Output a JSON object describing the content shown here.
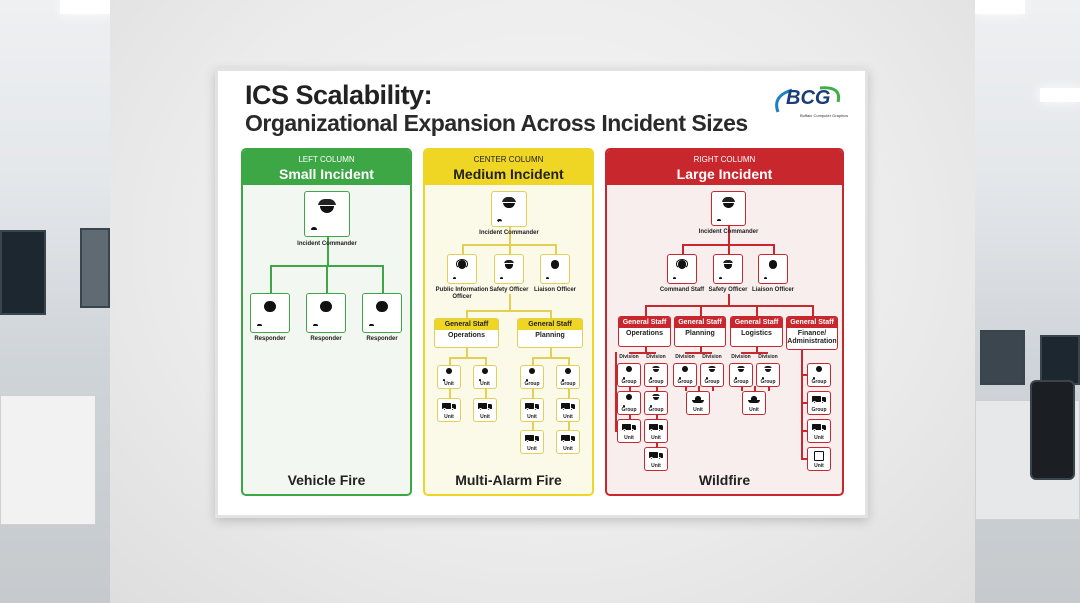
{
  "poster": {
    "title": "ICS Scalability:",
    "subtitle": "Organizational Expansion Across Incident Sizes",
    "logo": {
      "text": "BCG",
      "tagline": "Buffalo Computer Graphics"
    }
  },
  "colors": {
    "small": "#3da745",
    "medium": "#f0d624",
    "medium_line": "#e2cf55",
    "large": "#c9272e"
  },
  "small": {
    "kicker": "LEFT COLUMN",
    "title": "Small Incident",
    "footer": "Vehicle Fire",
    "commander": {
      "badge": "IC",
      "label": "Incident Commander",
      "icon": "helmet-person"
    },
    "responders": [
      {
        "label": "Responder",
        "icon": "person"
      },
      {
        "label": "Responder",
        "icon": "person"
      },
      {
        "label": "Responder",
        "icon": "person"
      }
    ]
  },
  "medium": {
    "kicker": "CENTER COLUMN",
    "title": "Medium Incident",
    "footer": "Multi-Alarm Fire",
    "commander": {
      "badge": "IC",
      "label": "Incident Commander",
      "icon": "helmet-person"
    },
    "command_staff": [
      {
        "label": "Public Information Officer",
        "icon": "headset-person"
      },
      {
        "label": "Safety Officer",
        "icon": "helmet-person"
      },
      {
        "label": "Liaison Officer",
        "icon": "person"
      }
    ],
    "general_staff": [
      {
        "header": "General Staff",
        "section": "Operations",
        "units": [
          {
            "label": "Unit",
            "icon": "person"
          },
          {
            "label": "Unit",
            "icon": "person"
          },
          {
            "label": "Unit",
            "icon": "truck"
          },
          {
            "label": "Unit",
            "icon": "truck"
          }
        ]
      },
      {
        "header": "General Staff",
        "section": "Planning",
        "units": [
          {
            "label": "Group",
            "icon": "person"
          },
          {
            "label": "Group",
            "icon": "person"
          },
          {
            "label": "Unit",
            "icon": "truck"
          },
          {
            "label": "Unit",
            "icon": "truck"
          },
          {
            "label": "Unit",
            "icon": "truck"
          },
          {
            "label": "Unit",
            "icon": "truck"
          }
        ]
      }
    ]
  },
  "large": {
    "kicker": "RIGHT COLUMN",
    "title": "Large Incident",
    "footer": "Wildfire",
    "commander": {
      "badge": "IC",
      "label": "Incident Commander",
      "icon": "helmet-person"
    },
    "command_staff": [
      {
        "label": "Command Staff",
        "icon": "headset-person"
      },
      {
        "label": "Safety Officer",
        "icon": "helmet-person"
      },
      {
        "label": "Liaison Officer",
        "icon": "person"
      }
    ],
    "general_staff": [
      {
        "header": "General Staff",
        "section": "Operations",
        "divisions": [
          "Division",
          "Division"
        ],
        "units": [
          {
            "label": "Group",
            "icon": "person"
          },
          {
            "label": "Group",
            "icon": "person"
          },
          {
            "label": "Unit",
            "icon": "truck"
          },
          {
            "label": "Group",
            "icon": "helmet-person"
          },
          {
            "label": "Group",
            "icon": "helmet-person"
          },
          {
            "label": "Unit",
            "icon": "truck"
          },
          {
            "label": "Unit",
            "icon": "truck"
          }
        ]
      },
      {
        "header": "General Staff",
        "section": "Planning",
        "divisions": [
          "Division",
          "Division"
        ],
        "units": [
          {
            "label": "Group",
            "icon": "person"
          },
          {
            "label": "Group",
            "icon": "helmet-person"
          },
          {
            "label": "Unit",
            "icon": "boat"
          }
        ]
      },
      {
        "header": "General Staff",
        "section": "Logistics",
        "divisions": [
          "Division",
          "Division"
        ],
        "units": [
          {
            "label": "Group",
            "icon": "helmet-person"
          },
          {
            "label": "Group",
            "icon": "helmet-person"
          },
          {
            "label": "Unit",
            "icon": "boat"
          }
        ]
      },
      {
        "header": "General Staff",
        "section": "Finance/ Administration",
        "divisions": [],
        "units": [
          {
            "label": "Group",
            "icon": "person"
          },
          {
            "label": "Group",
            "icon": "truck"
          },
          {
            "label": "Unit",
            "icon": "truck"
          },
          {
            "label": "Unit",
            "icon": "box"
          }
        ]
      }
    ]
  }
}
